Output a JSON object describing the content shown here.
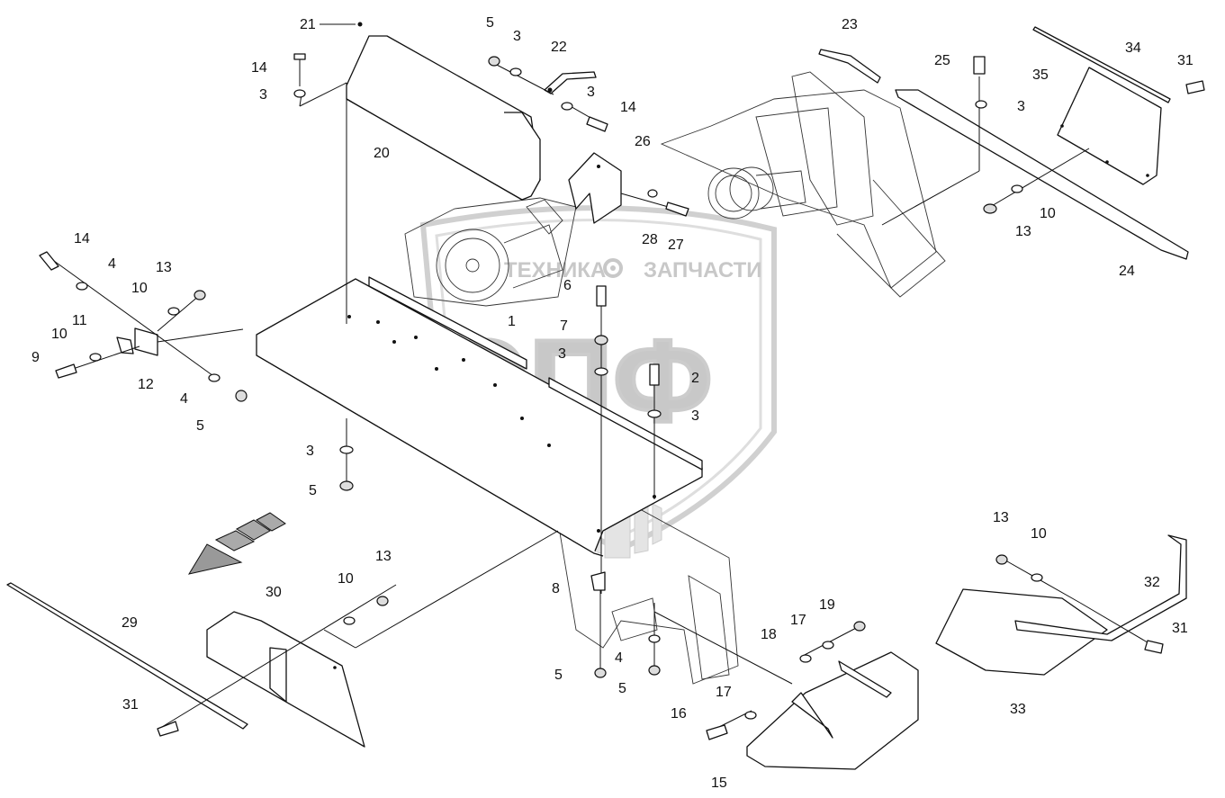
{
  "watermark": {
    "company_text": "ТЕХНИКА",
    "company_text_2": "ЗАПЧАСТИ",
    "logo_letters": "ЭПФ",
    "icon": "gear-icon"
  },
  "callouts": [
    {
      "id": "c1",
      "label": "1"
    },
    {
      "id": "c2",
      "label": "2"
    },
    {
      "id": "c3a",
      "label": "3"
    },
    {
      "id": "c3b",
      "label": "3"
    },
    {
      "id": "c3c",
      "label": "3"
    },
    {
      "id": "c3d",
      "label": "3"
    },
    {
      "id": "c3e",
      "label": "3"
    },
    {
      "id": "c3f",
      "label": "3"
    },
    {
      "id": "c3g",
      "label": "3"
    },
    {
      "id": "c4a",
      "label": "4"
    },
    {
      "id": "c4b",
      "label": "4"
    },
    {
      "id": "c4c",
      "label": "4"
    },
    {
      "id": "c5a",
      "label": "5"
    },
    {
      "id": "c5b",
      "label": "5"
    },
    {
      "id": "c5c",
      "label": "5"
    },
    {
      "id": "c5d",
      "label": "5"
    },
    {
      "id": "c5e",
      "label": "5"
    },
    {
      "id": "c6",
      "label": "6"
    },
    {
      "id": "c7",
      "label": "7"
    },
    {
      "id": "c8",
      "label": "8"
    },
    {
      "id": "c9",
      "label": "9"
    },
    {
      "id": "c10a",
      "label": "10"
    },
    {
      "id": "c10b",
      "label": "10"
    },
    {
      "id": "c10c",
      "label": "10"
    },
    {
      "id": "c10d",
      "label": "10"
    },
    {
      "id": "c10e",
      "label": "10"
    },
    {
      "id": "c11",
      "label": "11"
    },
    {
      "id": "c12",
      "label": "12"
    },
    {
      "id": "c13a",
      "label": "13"
    },
    {
      "id": "c13b",
      "label": "13"
    },
    {
      "id": "c13c",
      "label": "13"
    },
    {
      "id": "c13d",
      "label": "13"
    },
    {
      "id": "c14a",
      "label": "14"
    },
    {
      "id": "c14b",
      "label": "14"
    },
    {
      "id": "c14c",
      "label": "14"
    },
    {
      "id": "c15",
      "label": "15"
    },
    {
      "id": "c16",
      "label": "16"
    },
    {
      "id": "c17a",
      "label": "17"
    },
    {
      "id": "c17b",
      "label": "17"
    },
    {
      "id": "c18",
      "label": "18"
    },
    {
      "id": "c19",
      "label": "19"
    },
    {
      "id": "c20",
      "label": "20"
    },
    {
      "id": "c21",
      "label": "21"
    },
    {
      "id": "c22",
      "label": "22"
    },
    {
      "id": "c23",
      "label": "23"
    },
    {
      "id": "c24",
      "label": "24"
    },
    {
      "id": "c25",
      "label": "25"
    },
    {
      "id": "c26",
      "label": "26"
    },
    {
      "id": "c27",
      "label": "27"
    },
    {
      "id": "c28",
      "label": "28"
    },
    {
      "id": "c29",
      "label": "29"
    },
    {
      "id": "c30",
      "label": "30"
    },
    {
      "id": "c31a",
      "label": "31"
    },
    {
      "id": "c31b",
      "label": "31"
    },
    {
      "id": "c31c",
      "label": "31"
    },
    {
      "id": "c32",
      "label": "32"
    },
    {
      "id": "c33",
      "label": "33"
    },
    {
      "id": "c34",
      "label": "34"
    },
    {
      "id": "c35",
      "label": "35"
    }
  ]
}
